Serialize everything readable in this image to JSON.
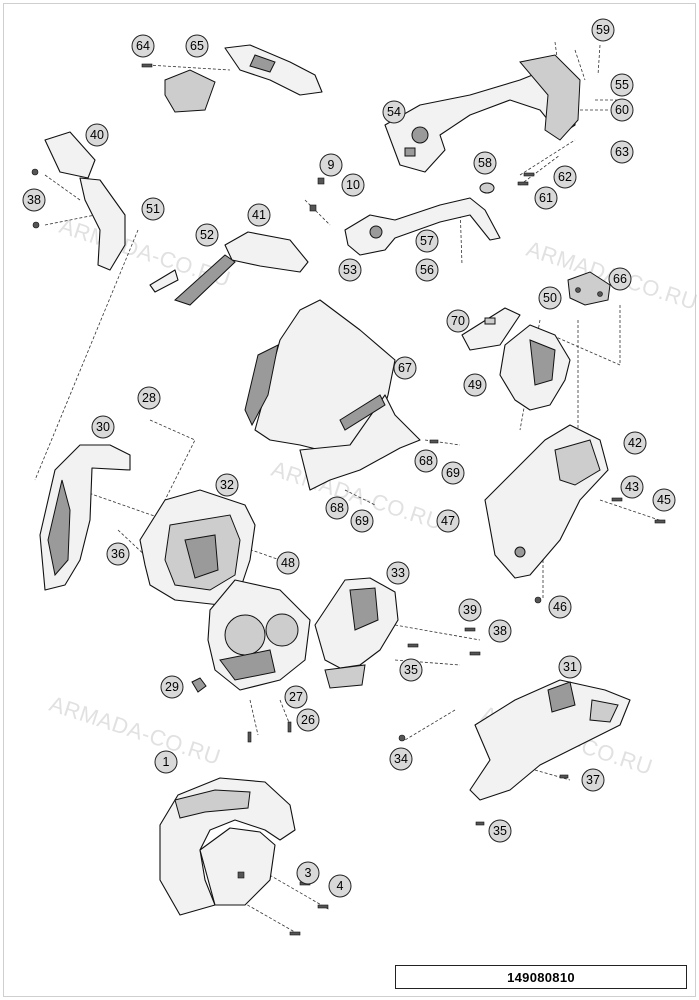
{
  "diagram": {
    "document_code": "149080810",
    "watermark": "ARMADA-CO.RU",
    "callouts": [
      "64",
      "65",
      "59",
      "55",
      "54",
      "60",
      "63",
      "40",
      "9",
      "10",
      "58",
      "62",
      "61",
      "38",
      "51",
      "52",
      "41",
      "57",
      "56",
      "53",
      "66",
      "50",
      "70",
      "49",
      "67",
      "28",
      "30",
      "42",
      "43",
      "45",
      "32",
      "68",
      "69",
      "47",
      "36",
      "48",
      "33",
      "46",
      "39",
      "38",
      "35",
      "29",
      "27",
      "26",
      "31",
      "34",
      "37",
      "1",
      "35",
      "3",
      "4"
    ]
  }
}
